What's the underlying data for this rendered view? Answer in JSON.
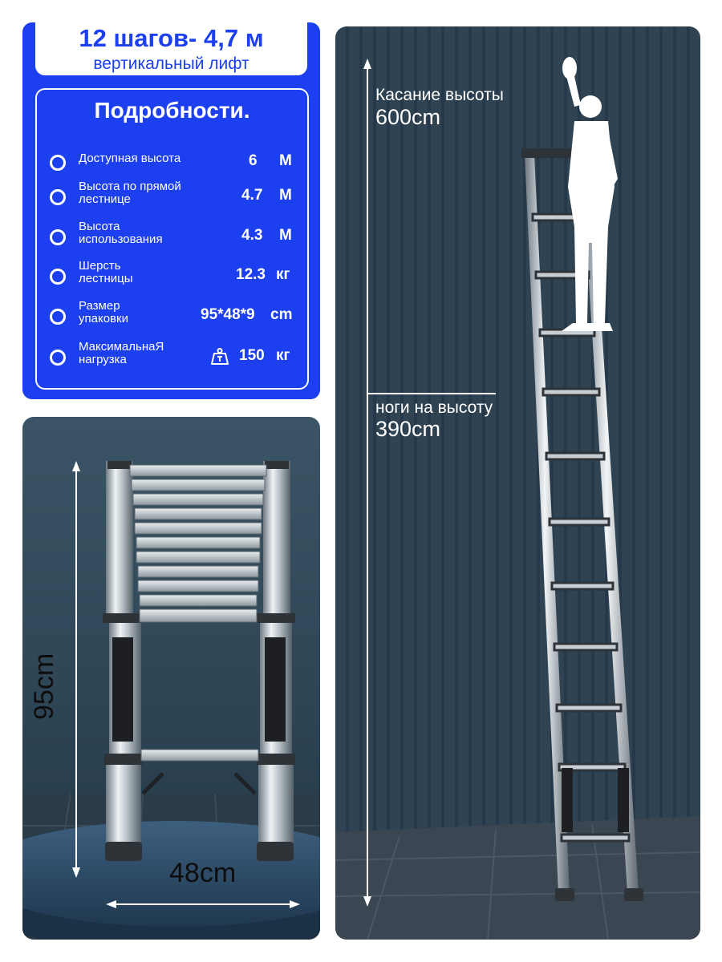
{
  "header": {
    "title": "12 шагов- 4,7 м",
    "subtitle": "вертикальный лифт"
  },
  "details": {
    "heading": "Подробности.",
    "rows": [
      {
        "label": "Доступная высота",
        "value": "6",
        "unit": "М"
      },
      {
        "label": "Высота по прямой лестнице",
        "value": "4.7",
        "unit": "М"
      },
      {
        "label": "Высота использования",
        "value": "4.3",
        "unit": "М"
      },
      {
        "label": "Шерсть лестницы",
        "value": "12.3",
        "unit": "кг"
      },
      {
        "label": "Размер упаковки",
        "value": "95*48*9",
        "unit": "cm"
      },
      {
        "label": "МаксимальнаЯ нагрузка",
        "value": "150",
        "unit": "кг",
        "icon": "weight-icon"
      }
    ]
  },
  "product": {
    "height_label": "95cm",
    "width_label": "48cm"
  },
  "scene": {
    "touch_label": "Касание высоты",
    "touch_value": "600cm",
    "foot_label": "ноги на высоту",
    "foot_value": "390cm"
  },
  "colors": {
    "brand_blue": "#1c3ff0",
    "wall": "#2f4352"
  }
}
